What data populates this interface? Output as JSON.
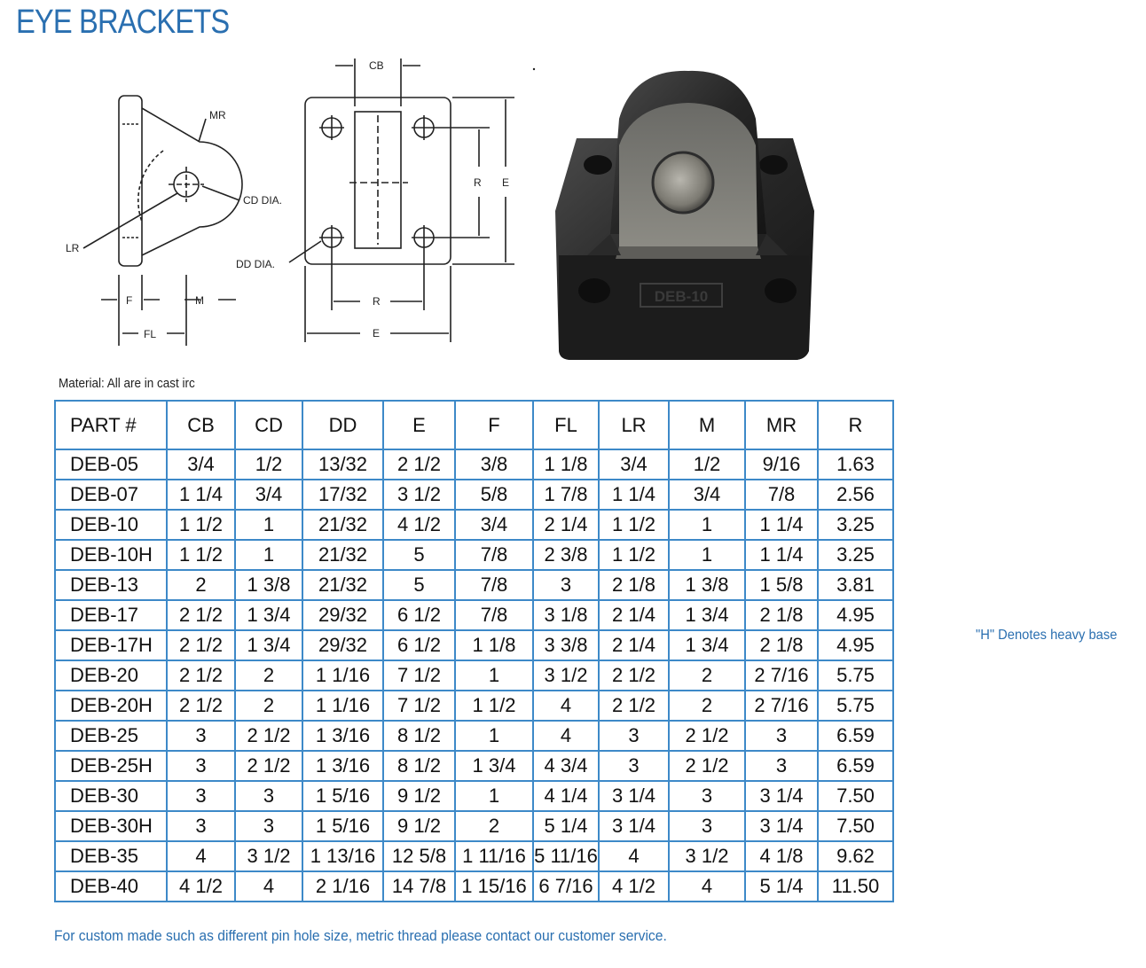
{
  "title": "EYE BRACKETS",
  "diagram_labels": {
    "mr": "MR",
    "cd_dia": "CD DIA.",
    "lr": "LR",
    "f": "F",
    "m": "M",
    "fl": "FL",
    "cb": "CB",
    "r_side": "R",
    "e_side": "E",
    "dd_dia": "DD DIA.",
    "r_bottom": "R",
    "e_bottom": "E"
  },
  "photo_marking": "DEB-10",
  "material_note": "Material: All are in cast irc",
  "table": {
    "headers": [
      "PART #",
      "CB",
      "CD",
      "DD",
      "E",
      "F",
      "FL",
      "LR",
      "M",
      "MR",
      "R"
    ],
    "rows": [
      [
        "DEB-05",
        "3/4",
        "1/2",
        "13/32",
        "2 1/2",
        "3/8",
        "1 1/8",
        "3/4",
        "1/2",
        "9/16",
        "1.63"
      ],
      [
        "DEB-07",
        "1 1/4",
        "3/4",
        "17/32",
        "3 1/2",
        "5/8",
        "1 7/8",
        "1 1/4",
        "3/4",
        "7/8",
        "2.56"
      ],
      [
        "DEB-10",
        "1 1/2",
        "1",
        "21/32",
        "4 1/2",
        "3/4",
        "2 1/4",
        "1 1/2",
        "1",
        "1 1/4",
        "3.25"
      ],
      [
        "DEB-10H",
        "1 1/2",
        "1",
        "21/32",
        "5",
        "7/8",
        "2 3/8",
        "1 1/2",
        "1",
        "1 1/4",
        "3.25"
      ],
      [
        "DEB-13",
        "2",
        "1 3/8",
        "21/32",
        "5",
        "7/8",
        "3",
        "2 1/8",
        "1 3/8",
        "1 5/8",
        "3.81"
      ],
      [
        "DEB-17",
        "2 1/2",
        "1 3/4",
        "29/32",
        "6 1/2",
        "7/8",
        "3 1/8",
        "2 1/4",
        "1 3/4",
        "2 1/8",
        "4.95"
      ],
      [
        "DEB-17H",
        "2 1/2",
        "1 3/4",
        "29/32",
        "6 1/2",
        "1 1/8",
        "3 3/8",
        "2 1/4",
        "1 3/4",
        "2 1/8",
        "4.95"
      ],
      [
        "DEB-20",
        "2 1/2",
        "2",
        "1 1/16",
        "7 1/2",
        "1",
        "3 1/2",
        "2 1/2",
        "2",
        "2 7/16",
        "5.75"
      ],
      [
        "DEB-20H",
        "2 1/2",
        "2",
        "1 1/16",
        "7 1/2",
        "1 1/2",
        "4",
        "2 1/2",
        "2",
        "2 7/16",
        "5.75"
      ],
      [
        "DEB-25",
        "3",
        "2 1/2",
        "1 3/16",
        "8 1/2",
        "1",
        "4",
        "3",
        "2 1/2",
        "3",
        "6.59"
      ],
      [
        "DEB-25H",
        "3",
        "2 1/2",
        "1 3/16",
        "8 1/2",
        "1 3/4",
        "4 3/4",
        "3",
        "2 1/2",
        "3",
        "6.59"
      ],
      [
        "DEB-30",
        "3",
        "3",
        "1 5/16",
        "9 1/2",
        "1",
        "4 1/4",
        "3 1/4",
        "3",
        "3 1/4",
        "7.50"
      ],
      [
        "DEB-30H",
        "3",
        "3",
        "1 5/16",
        "9 1/2",
        "2",
        "5 1/4",
        "3 1/4",
        "3",
        "3 1/4",
        "7.50"
      ],
      [
        "DEB-35",
        "4",
        "3 1/2",
        "1 13/16",
        "12 5/8",
        "1 11/16",
        "5 11/16",
        "4",
        "3 1/2",
        "4 1/8",
        "9.62"
      ],
      [
        "DEB-40",
        "4 1/2",
        "4",
        "2 1/16",
        "14 7/8",
        "1 15/16",
        "6 7/16",
        "4 1/2",
        "4",
        "5 1/4",
        "11.50"
      ]
    ]
  },
  "heavy_note": "\"H\" Denotes heavy base",
  "footer": "For custom made such as different pin hole size, metric thread please contact our customer service.",
  "colors": {
    "title_blue": "#2a6fb0",
    "table_border": "#3d89c8",
    "casting": "#2b2b2b"
  }
}
